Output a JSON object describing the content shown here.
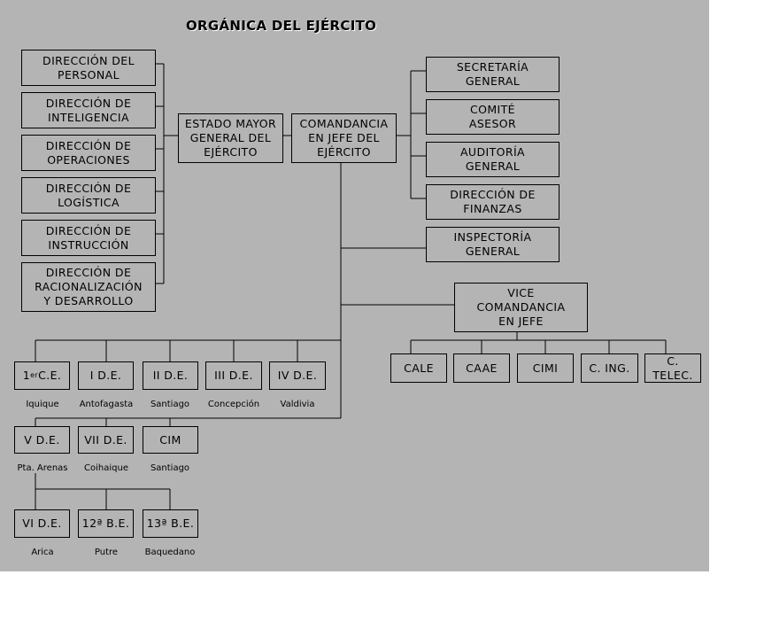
{
  "title": "ORGÁNICA DEL EJÉRCITO",
  "left_column": [
    "DIRECCIÓN DEL\nPERSONAL",
    "DIRECCIÓN DE\nINTELIGENCIA",
    "DIRECCIÓN DE\nOPERACIONES",
    "DIRECCIÓN DE\nLOGÍSTICA",
    "DIRECCIÓN DE\nINSTRUCCIÓN",
    "DIRECCIÓN DE\nRACIONALIZACIÓN\nY DESARROLLO"
  ],
  "estado_mayor": "ESTADO MAYOR\nGENERAL DEL\nEJÉRCITO",
  "comandancia": "COMANDANCIA\nEN JEFE DEL\nEJÉRCITO",
  "right_column": [
    "SECRETARÍA\nGENERAL",
    "COMITÉ\nASESOR",
    "AUDITORÍA\nGENERAL",
    "DIRECCIÓN DE\nFINANZAS"
  ],
  "inspectoria": "INSPECTORÍA\nGENERAL",
  "vice": "VICE\nCOMANDANCIA\nEN JEFE",
  "vice_units": [
    "CALE",
    "CAAE",
    "CIMI",
    "C. ING.",
    "C. TELEC."
  ],
  "row1": [
    {
      "name_main": "1",
      "name_sup": "er",
      "name_rest": " C.E.",
      "city": "Iquique"
    },
    {
      "name": "I D.E.",
      "city": "Antofagasta"
    },
    {
      "name": "II D.E.",
      "city": "Santiago"
    },
    {
      "name": "III D.E.",
      "city": "Concepción"
    },
    {
      "name": "IV D.E.",
      "city": "Valdivia"
    }
  ],
  "row2": [
    {
      "name": "V D.E.",
      "city": "Pta. Arenas"
    },
    {
      "name": "VII D.E.",
      "city": "Coihaique"
    },
    {
      "name": "CIM",
      "city": "Santiago"
    }
  ],
  "row3": [
    {
      "name": "VI D.E.",
      "city": "Arica"
    },
    {
      "name": "12ª B.E.",
      "city": "Putre"
    },
    {
      "name": "13ª B.E.",
      "city": "Baquedano"
    }
  ]
}
